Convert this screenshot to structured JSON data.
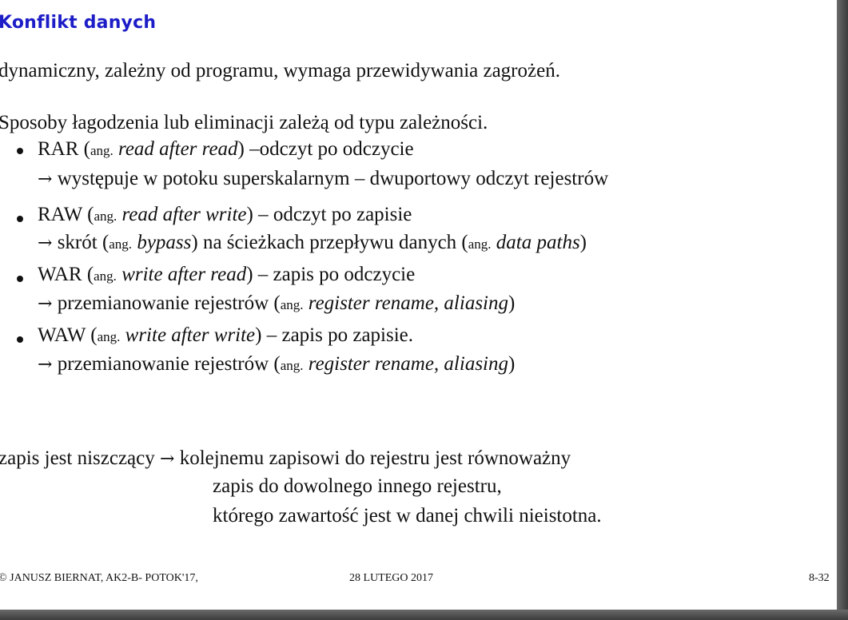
{
  "slide": {
    "title": "Konflikt danych",
    "intro": "dynamiczny, zależny od programu, wymaga przewidywania zagrożeń.",
    "methods_heading": "Sposoby łagodzenia lub eliminacji zależą od typu zależności.",
    "arrow": "→",
    "items": [
      {
        "code": "RAR",
        "ang": "ang.",
        "english": "read after read",
        "description": "–odczyt po odczycie",
        "result_parts": [
          "występuje w potoku superskalarnym – dwuportowy odczyt rejestrów"
        ]
      },
      {
        "code": "RAW",
        "ang": "ang.",
        "english": "read after write",
        "description": "– odczyt po zapisie",
        "result_parts": [
          "skrót (",
          "ang.",
          "bypass",
          ") na ścieżkach przepływu danych (",
          "ang.",
          "data paths",
          ")"
        ]
      },
      {
        "code": "WAR",
        "ang": "ang.",
        "english": "write after read",
        "description": "– zapis po odczycie",
        "result_parts": [
          "przemianowanie rejestrów (",
          "ang.",
          "register rename, aliasing",
          ")"
        ]
      },
      {
        "code": "WAW",
        "ang": "ang.",
        "english": "write after write",
        "description": "– zapis po zapisie.",
        "result_parts": [
          "przemianowanie rejestrów (",
          "ang.",
          "register rename, aliasing",
          ")"
        ]
      }
    ],
    "conclusion": {
      "part1": "zapis jest niszczący",
      "part2": "kolejnemu zapisowi do rejestru jest równoważny",
      "line2": "zapis do dowolnego innego rejestru,",
      "line3": "którego zawartość jest w danej chwili nieistotna."
    }
  },
  "footer": {
    "author": "© JANUSZ BIERNAT, AK2-B- POTOK'17,",
    "date": "28 LUTEGO 2017",
    "page": "8-32"
  }
}
